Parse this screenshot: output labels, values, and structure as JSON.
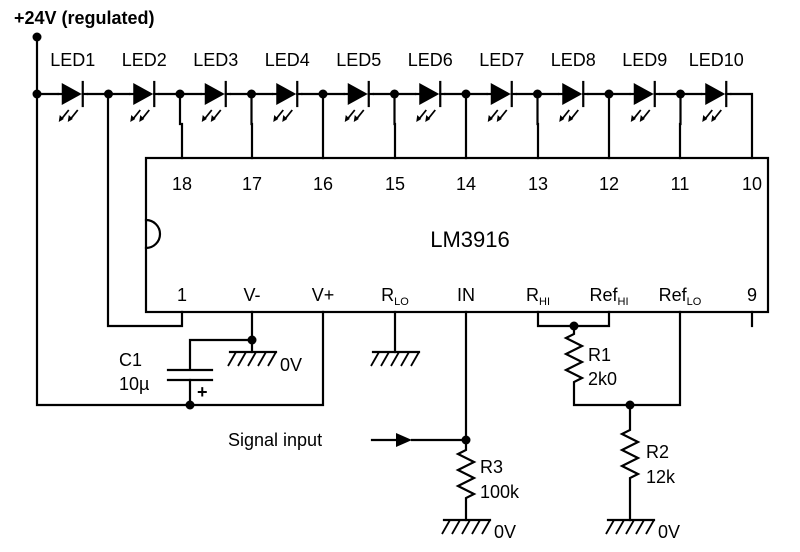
{
  "supply_label": "+24V (regulated)",
  "ic": {
    "name": "LM3916",
    "top_pins": [
      "18",
      "17",
      "16",
      "15",
      "14",
      "13",
      "12",
      "11",
      "10"
    ],
    "bottom_pins": [
      {
        "main": "1",
        "sub": ""
      },
      {
        "main": "V-",
        "sub": ""
      },
      {
        "main": "V+",
        "sub": ""
      },
      {
        "main": "R",
        "sub": "LO"
      },
      {
        "main": "IN",
        "sub": ""
      },
      {
        "main": "R",
        "sub": "HI"
      },
      {
        "main": "Ref",
        "sub": "HI"
      },
      {
        "main": "Ref",
        "sub": "LO"
      },
      {
        "main": "9",
        "sub": ""
      }
    ]
  },
  "leds": [
    "LED1",
    "LED2",
    "LED3",
    "LED4",
    "LED5",
    "LED6",
    "LED7",
    "LED8",
    "LED9",
    "LED10"
  ],
  "capacitor": {
    "name": "C1",
    "value": "10µ",
    "polarity": "+"
  },
  "ground_labels": {
    "v_minus": "0V",
    "r3": "0V",
    "r2": "0V"
  },
  "resistors": [
    {
      "name": "R1",
      "value": "2k0"
    },
    {
      "name": "R2",
      "value": "12k"
    },
    {
      "name": "R3",
      "value": "100k"
    }
  ],
  "signal_input_label": "Signal input"
}
